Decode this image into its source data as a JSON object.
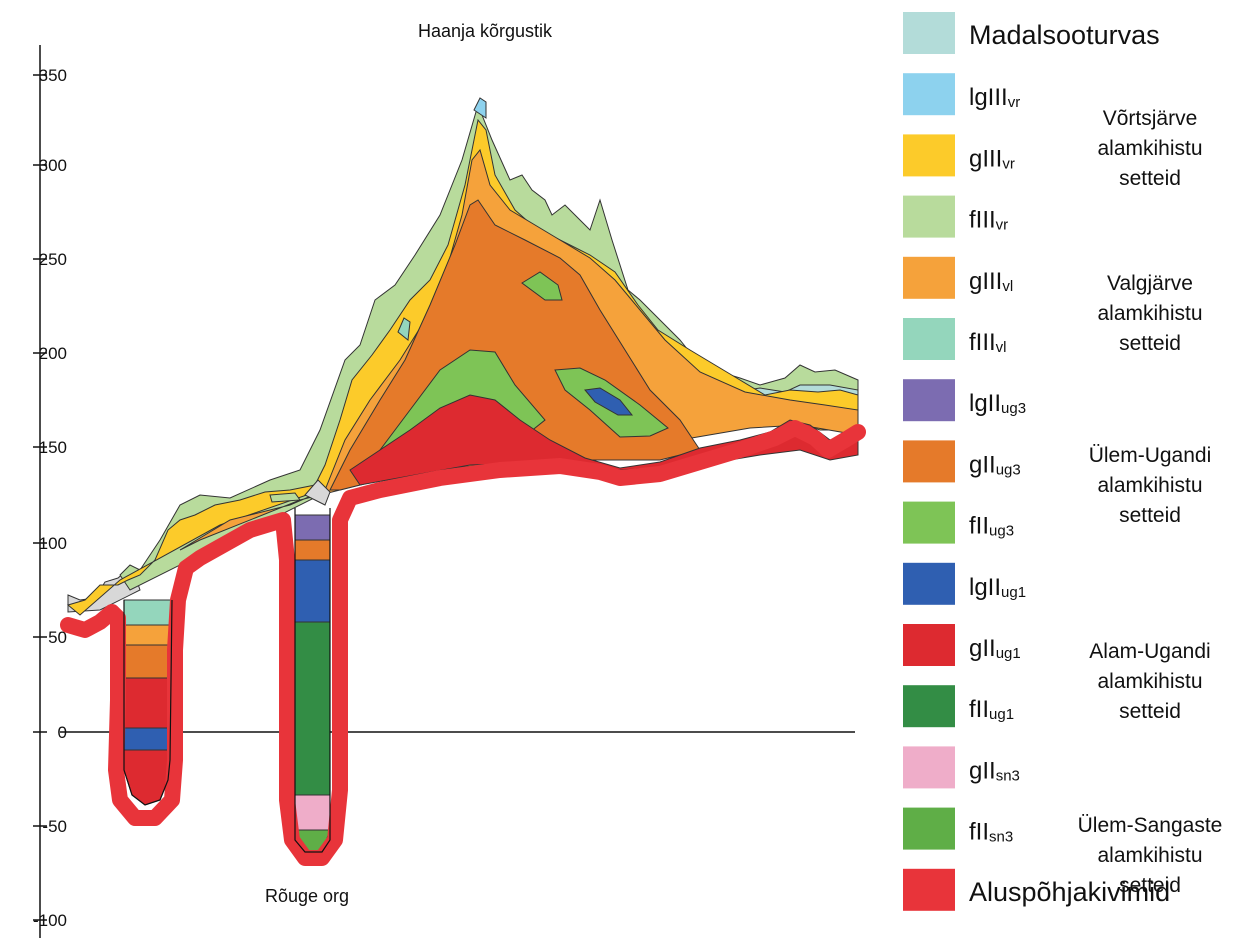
{
  "diagram": {
    "top_label": "Haanja kõrgustik",
    "valley_label": "Rõuge org",
    "y_ticks": [
      "350",
      "300",
      "250",
      "200",
      "150",
      "100",
      "50",
      "0",
      "-50",
      "-100"
    ]
  },
  "legend": {
    "items": [
      {
        "key": "madalsooturvas",
        "main": "Madalsooturvas",
        "sub": "",
        "color": "#b3dcd9"
      },
      {
        "key": "lgIIIvr",
        "main": "lgIII",
        "sub": "vr",
        "color": "#8dd2ee"
      },
      {
        "key": "gIIIvr",
        "main": "gIII",
        "sub": "vr",
        "color": "#fccb2a"
      },
      {
        "key": "fIIIvr",
        "main": "fIII",
        "sub": "vr",
        "color": "#b8db9c"
      },
      {
        "key": "gIIIvl",
        "main": "gIII",
        "sub": "vl",
        "color": "#f5a23b"
      },
      {
        "key": "fIIIvl",
        "main": "fIII",
        "sub": "vl",
        "color": "#94d6bc"
      },
      {
        "key": "lgIIug3",
        "main": "lgII",
        "sub": "ug3",
        "color": "#7c6cb1"
      },
      {
        "key": "gIIug3",
        "main": "gII",
        "sub": "ug3",
        "color": "#e57a2a"
      },
      {
        "key": "fIIug3",
        "main": "fII",
        "sub": "ug3",
        "color": "#7ec456"
      },
      {
        "key": "lgIIug1",
        "main": "lgII",
        "sub": "ug1",
        "color": "#2f5fb1"
      },
      {
        "key": "gIIug1",
        "main": "gII",
        "sub": "ug1",
        "color": "#dd2a30"
      },
      {
        "key": "fIIug1",
        "main": "fII",
        "sub": "ug1",
        "color": "#338d45"
      },
      {
        "key": "gIIsn3",
        "main": "gII",
        "sub": "sn3",
        "color": "#efadc9"
      },
      {
        "key": "fIIsn3",
        "main": "fII",
        "sub": "sn3",
        "color": "#5fae47"
      },
      {
        "key": "aluspohjakivimid",
        "main": "Aluspõhjakivimid",
        "sub": "",
        "color": "#e8343a"
      }
    ],
    "groups": [
      {
        "lines": [
          "Võrtsjärve",
          "alamkihistu",
          "setteid"
        ]
      },
      {
        "lines": [
          "Valgjärve",
          "alamkihistu",
          "setteid"
        ]
      },
      {
        "lines": [
          "Ülem-Ugandi",
          "alamkihistu",
          "setteid"
        ]
      },
      {
        "lines": [
          "Alam-Ugandi",
          "alamkihistu",
          "setteid"
        ]
      },
      {
        "lines": [
          "Ülem-Sangaste",
          "alamkihistu",
          "setteid"
        ]
      }
    ]
  }
}
